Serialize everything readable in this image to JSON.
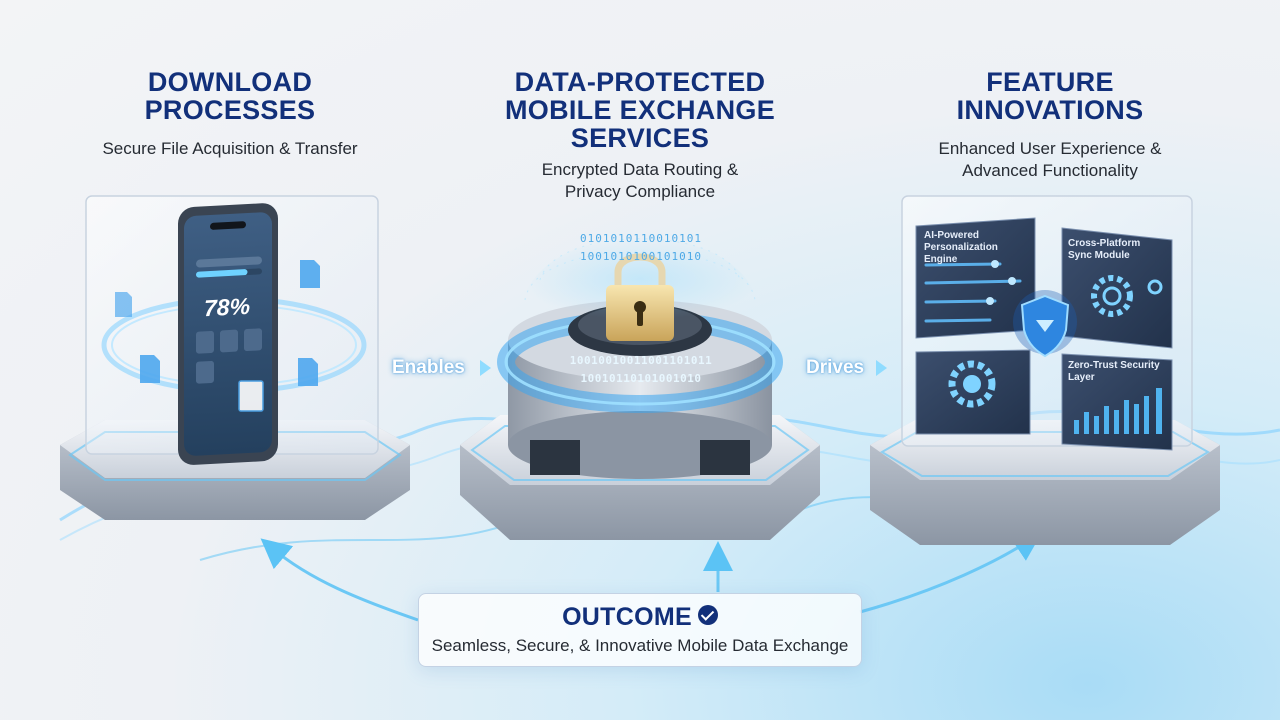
{
  "columns": [
    {
      "title_line1": "DOWNLOAD",
      "title_line2": "PROCESSES",
      "subtitle": "Secure File Acquisition & Transfer"
    },
    {
      "title_line1": "DATA-PROTECTED",
      "title_line2": "MOBILE EXCHANGE",
      "title_line3": "SERVICES",
      "subtitle_line1": "Encrypted Data Routing &",
      "subtitle_line2": "Privacy Compliance"
    },
    {
      "title_line1": "FEATURE",
      "title_line2": "INNOVATIONS",
      "subtitle_line1": "Enhanced User Experience &",
      "subtitle_line2": "Advanced Functionality"
    }
  ],
  "flow": {
    "enables": "Enables",
    "drives": "Drives"
  },
  "phone": {
    "progress_text": "78%",
    "progress": 0.78
  },
  "panels": {
    "ai": "AI-Powered Personalization Engine",
    "sync": "Cross-Platform Sync Module",
    "zero_trust": "Zero-Trust Security Layer"
  },
  "binary": {
    "row1": "0101010110010101",
    "row2": "1001010100101010",
    "row3": "10010010011001101011",
    "row4": "10010110101001010"
  },
  "outcome": {
    "title": "OUTCOME",
    "text": "Seamless, Secure, & Innovative Mobile Data Exchange"
  },
  "colors": {
    "title": "#12307a",
    "accent": "#3aa6f0",
    "glow": "#56c4ff"
  },
  "icons": [
    "check-circle-icon",
    "arrow-right-icon",
    "lock-icon",
    "shield-icon",
    "gear-icon",
    "document-icon",
    "phone-icon"
  ]
}
